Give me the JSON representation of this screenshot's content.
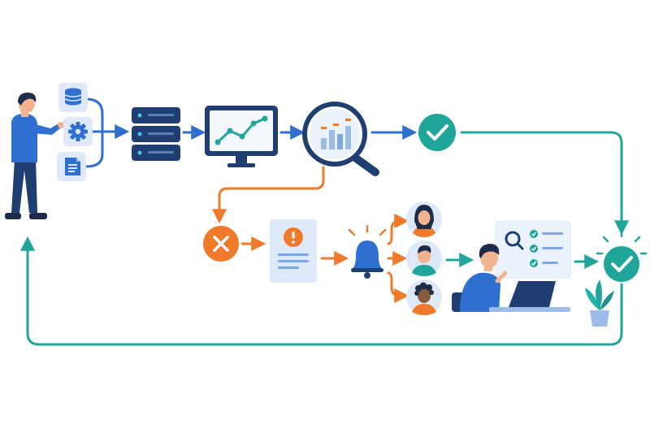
{
  "diagram": {
    "colors": {
      "blue": "#2f6fd1",
      "navy": "#1f3f73",
      "teal": "#1fa59a",
      "orange": "#f07a2a",
      "light_blue": "#dde9f8",
      "skin": "#f2b38f",
      "hair_dark": "#1d2c4a"
    },
    "nodes": [
      {
        "id": "operator",
        "icon": "person-pointing-icon"
      },
      {
        "id": "database-source",
        "icon": "database-icon"
      },
      {
        "id": "settings-source",
        "icon": "gear-icon"
      },
      {
        "id": "document-source",
        "icon": "document-icon"
      },
      {
        "id": "server",
        "icon": "server-rack-icon"
      },
      {
        "id": "monitor",
        "icon": "line-chart-monitor-icon"
      },
      {
        "id": "analysis",
        "icon": "magnifier-bar-chart-icon"
      },
      {
        "id": "success-check",
        "icon": "check-circle-icon"
      },
      {
        "id": "failure",
        "icon": "x-circle-icon"
      },
      {
        "id": "alert-report",
        "icon": "alert-document-icon"
      },
      {
        "id": "notification",
        "icon": "bell-icon"
      },
      {
        "id": "team-member-1",
        "icon": "woman-avatar-icon"
      },
      {
        "id": "team-member-2",
        "icon": "man-avatar-icon"
      },
      {
        "id": "team-member-3",
        "icon": "curly-hair-avatar-icon"
      },
      {
        "id": "reviewer",
        "icon": "person-at-laptop-icon"
      },
      {
        "id": "review-checklist",
        "icon": "checklist-panel-icon"
      },
      {
        "id": "resolved-check",
        "icon": "check-circle-glow-icon"
      },
      {
        "id": "plant",
        "icon": "plant-icon"
      }
    ]
  }
}
